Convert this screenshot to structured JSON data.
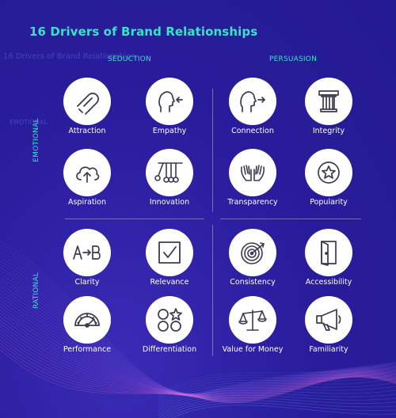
{
  "title": "16 Drivers of Brand Relationships",
  "ghost_text": [
    "16 Drivers of Brand Relationships",
    "EMOTIONAL"
  ],
  "columns": {
    "left": "SEDUCTION",
    "right": "PERSUASION"
  },
  "rows": {
    "top": "EMOTIONAL",
    "bottom": "RATIONAL"
  },
  "drivers": [
    {
      "label": "Attraction",
      "icon": "magnet-icon"
    },
    {
      "label": "Empathy",
      "icon": "head-arrow-in-icon"
    },
    {
      "label": "Connection",
      "icon": "head-arrow-out-icon"
    },
    {
      "label": "Integrity",
      "icon": "pillar-icon"
    },
    {
      "label": "Aspiration",
      "icon": "cloud-upload-icon"
    },
    {
      "label": "Innovation",
      "icon": "newtons-cradle-icon"
    },
    {
      "label": "Transparency",
      "icon": "open-hands-icon"
    },
    {
      "label": "Popularity",
      "icon": "star-badge-icon"
    },
    {
      "label": "Clarity",
      "icon": "a-to-b-icon"
    },
    {
      "label": "Relevance",
      "icon": "checkbox-icon"
    },
    {
      "label": "Consistency",
      "icon": "target-icon"
    },
    {
      "label": "Accessibility",
      "icon": "open-door-icon"
    },
    {
      "label": "Performance",
      "icon": "speedometer-icon"
    },
    {
      "label": "Differentiation",
      "icon": "shapes-star-icon"
    },
    {
      "label": "Value for Money",
      "icon": "scales-icon"
    },
    {
      "label": "Familiarity",
      "icon": "megaphone-icon"
    }
  ],
  "colors": {
    "background": "#2a1fa0",
    "accent": "#36e3c4",
    "text": "#ffffff",
    "icon": "#3b3b4f"
  }
}
